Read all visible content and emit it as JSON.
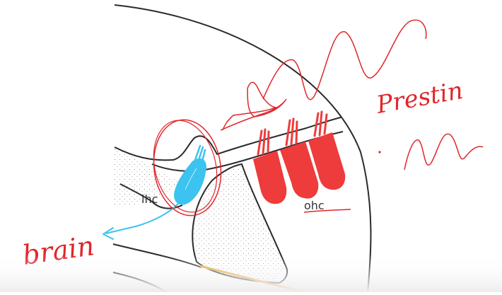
{
  "labels": {
    "ihc": "ihc",
    "ohc": "ohc",
    "brain": "brain",
    "prestin": "Prestin"
  },
  "colors": {
    "outline": "#2b2b2b",
    "annotation_red": "#e0262b",
    "outer_hair_cell_red": "#ee3b3b",
    "inner_hair_cell_blue": "#3cc3ef",
    "nerve_blue": "#3cc3ef",
    "basilar_membrane_orange": "#e8a53b",
    "stipple": "#7a7a7a"
  }
}
